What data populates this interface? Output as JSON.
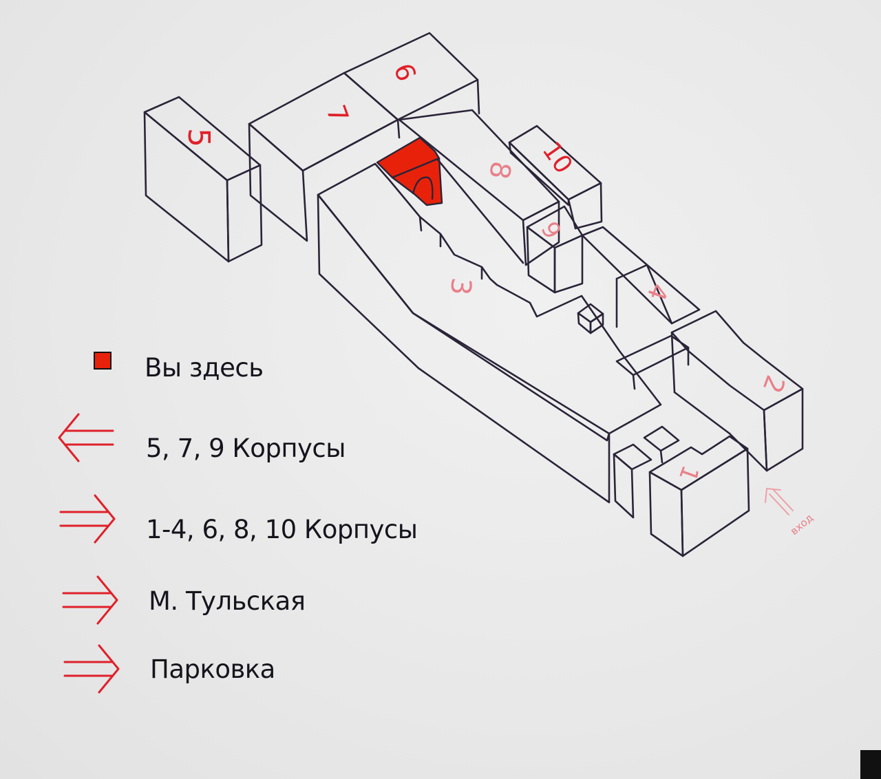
{
  "map": {
    "buildings": [
      {
        "id": "b5",
        "label": "5"
      },
      {
        "id": "b7",
        "label": "7"
      },
      {
        "id": "b9",
        "label": "9"
      },
      {
        "id": "b8",
        "label": "8"
      },
      {
        "id": "b10",
        "label": "10"
      },
      {
        "id": "b6",
        "label": "6"
      },
      {
        "id": "b3",
        "label": "3"
      },
      {
        "id": "b4",
        "label": "4"
      },
      {
        "id": "b2",
        "label": "2"
      },
      {
        "id": "b1",
        "label": "1"
      }
    ],
    "entrance_label": "вход"
  },
  "legend": {
    "you_are_here": "Вы здесь",
    "left_buildings": "5, 7, 9 Корпусы",
    "right_buildings": "1-4, 6, 8, 10 Корпусы",
    "metro": "М. Тульская",
    "parking": "Парковка"
  },
  "colors": {
    "accent": "#e0202a",
    "here": "#e8220a",
    "line": "#2a2438",
    "background": "#e9e9e9"
  }
}
